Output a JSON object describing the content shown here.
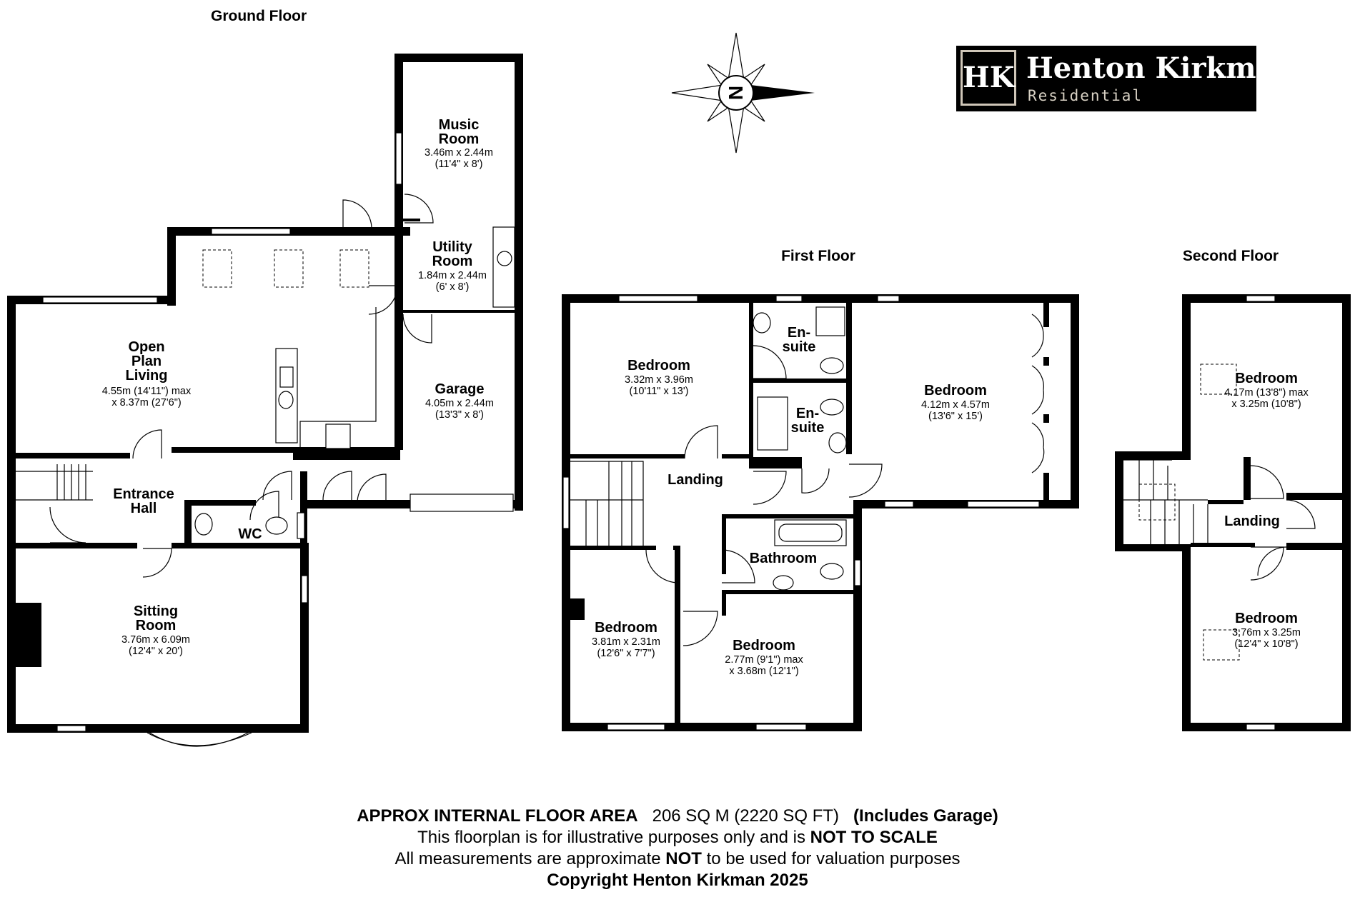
{
  "floors": {
    "ground": "Ground Floor",
    "first": "First Floor",
    "second": "Second Floor"
  },
  "logo": {
    "mark": "HK",
    "brand": "Henton Kirkman",
    "sub": "Residential"
  },
  "compass": {
    "label": "N"
  },
  "rooms": {
    "music": {
      "name1": "Music",
      "name2": "Room",
      "dim1": "3.46m x 2.44m",
      "dim2": "(11'4\" x 8')"
    },
    "utility": {
      "name1": "Utility",
      "name2": "Room",
      "dim1": "1.84m x 2.44m",
      "dim2": "(6' x 8')"
    },
    "openplan": {
      "name1": "Open",
      "name2": "Plan",
      "name3": "Living",
      "dim1": "4.55m (14'11\") max",
      "dim2": "x 8.37m (27'6\")"
    },
    "garage": {
      "name1": "Garage",
      "dim1": "4.05m x 2.44m",
      "dim2": "(13'3\" x 8')"
    },
    "entrance": {
      "name1": "Entrance",
      "name2": "Hall"
    },
    "wc": {
      "name1": "WC"
    },
    "sitting": {
      "name1": "Sitting",
      "name2": "Room",
      "dim1": "3.76m x 6.09m",
      "dim2": "(12'4\" x 20')"
    },
    "f_bed1": {
      "name1": "Bedroom",
      "dim1": "3.32m x 3.96m",
      "dim2": "(10'11\" x 13')"
    },
    "f_ensuite1": {
      "name1": "En-",
      "name2": "suite"
    },
    "f_ensuite2": {
      "name1": "En-",
      "name2": "suite"
    },
    "f_bed2": {
      "name1": "Bedroom",
      "dim1": "4.12m x 4.57m",
      "dim2": "(13'6\" x 15')"
    },
    "f_landing": {
      "name1": "Landing"
    },
    "f_bathroom": {
      "name1": "Bathroom"
    },
    "f_bed3": {
      "name1": "Bedroom",
      "dim1": "3.81m x 2.31m",
      "dim2": "(12'6\" x 7'7\")"
    },
    "f_bed4": {
      "name1": "Bedroom",
      "dim1": "2.77m (9'1\") max",
      "dim2": "x 3.68m (12'1\")"
    },
    "s_bed1": {
      "name1": "Bedroom",
      "dim1": "4.17m (13'8\") max",
      "dim2": "x 3.25m (10'8\")"
    },
    "s_landing": {
      "name1": "Landing"
    },
    "s_bed2": {
      "name1": "Bedroom",
      "dim1": "3.76m x 3.25m",
      "dim2": "(12'4\" x 10'8\")"
    }
  },
  "footer": {
    "area_label": "APPROX INTERNAL FLOOR AREA",
    "area_value": "206 SQ M (2220 SQ FT)",
    "area_note": "(Includes Garage)",
    "line2a": "This floorplan is for illustrative purposes only and is",
    "line2b": "NOT TO SCALE",
    "line3a": "All measurements are approximate",
    "line3b": "NOT",
    "line3c": "to be used for valuation purposes",
    "copyright": "Copyright Henton Kirkman 2025"
  }
}
